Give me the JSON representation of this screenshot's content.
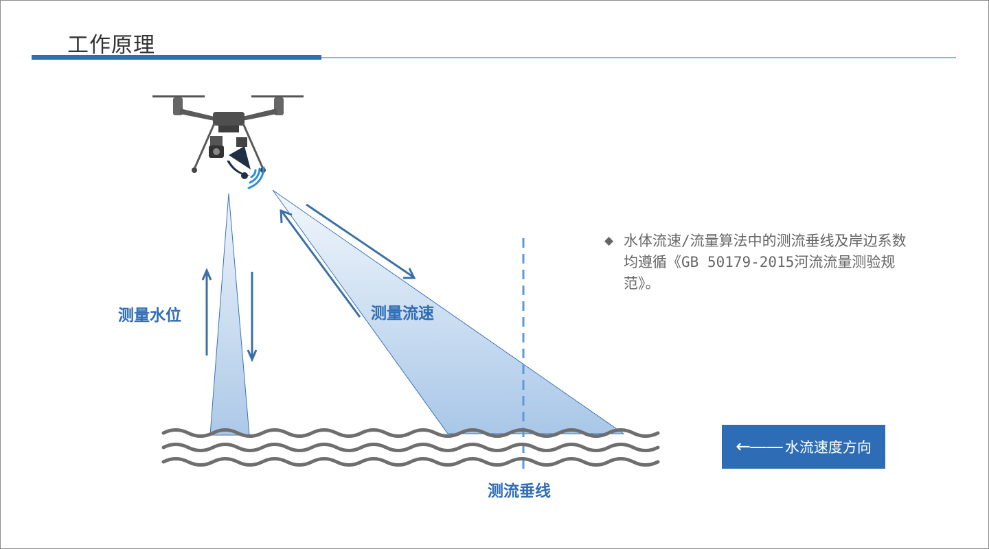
{
  "title": "工作原理",
  "diagram": {
    "label_water_level": "测量水位",
    "label_flow_velocity": "测量流速",
    "label_vertical_line": "测流垂线"
  },
  "note": {
    "bullet": "◆",
    "text": "水体流速/流量算法中的测流垂线及岸边系数均遵循《GB 50179-2015河流流量测验规范》。"
  },
  "direction_box": {
    "arrow": "←——",
    "label": "水流速度方向"
  },
  "colors": {
    "accent_blue": "#2f6db5",
    "beam_blue": "#bcd4ee",
    "dash_blue": "#5b9bd5",
    "wave_gray": "#6e6e6e",
    "drone_gray": "#5a5a5a"
  },
  "icons": [
    "drone-icon",
    "radar-sensor-icon",
    "signal-waves-icon",
    "diamond-bullet-icon",
    "left-arrow-icon"
  ]
}
